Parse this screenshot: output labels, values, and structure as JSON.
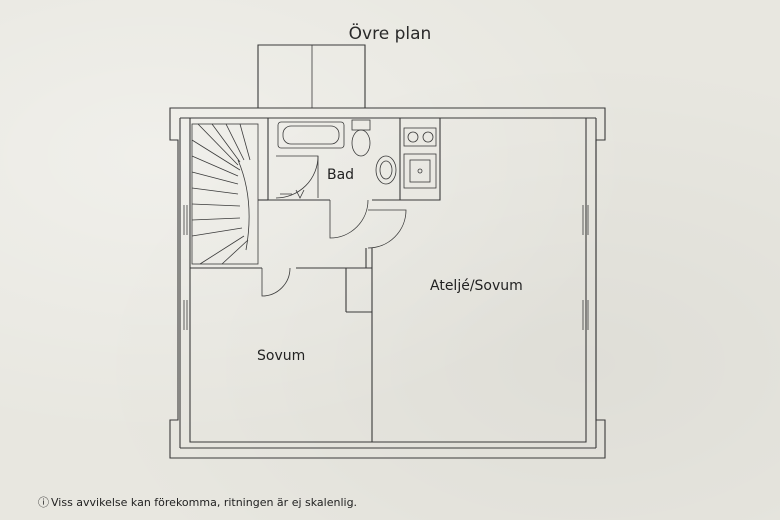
{
  "plan_title": "Övre plan",
  "rooms": {
    "bathroom": "Bad",
    "studio_bedroom": "Ateljé/Sovum",
    "bedroom": "Sovum"
  },
  "footer": {
    "info_icon": "ⓘ",
    "note": "Viss avvikelse kan förekomma, ritningen är ej skalenlig."
  }
}
